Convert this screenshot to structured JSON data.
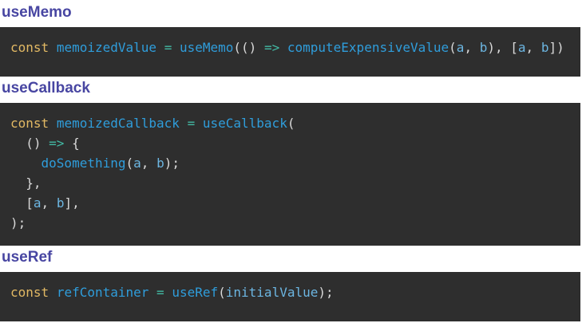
{
  "theme": {
    "heading_color": "#4846a2",
    "code_background": "#2e2e2e",
    "keyword_color": "#e2b964",
    "identifier_color": "#2f9ddb",
    "param_color": "#6cb6e2",
    "operator_color": "#42b9a4",
    "punctuation_color": "#d9d9d9",
    "page_background": "#ffffff"
  },
  "sections": [
    {
      "heading": "useMemo",
      "lines": [
        [
          [
            "keyword",
            "const"
          ],
          [
            "plain",
            " "
          ],
          [
            "ident",
            "memoizedValue"
          ],
          [
            "plain",
            " "
          ],
          [
            "op",
            "="
          ],
          [
            "plain",
            " "
          ],
          [
            "ident",
            "useMemo"
          ],
          [
            "punct",
            "(()"
          ],
          [
            "plain",
            " "
          ],
          [
            "op",
            "=>"
          ],
          [
            "plain",
            " "
          ],
          [
            "ident",
            "computeExpensiveValue"
          ],
          [
            "punct",
            "("
          ],
          [
            "param",
            "a"
          ],
          [
            "punct",
            ","
          ],
          [
            "plain",
            " "
          ],
          [
            "param",
            "b"
          ],
          [
            "punct",
            "),"
          ],
          [
            "plain",
            " "
          ],
          [
            "punct",
            "["
          ],
          [
            "param",
            "a"
          ],
          [
            "punct",
            ","
          ],
          [
            "plain",
            " "
          ],
          [
            "param",
            "b"
          ],
          [
            "punct",
            "])"
          ]
        ]
      ]
    },
    {
      "heading": "useCallback",
      "lines": [
        [
          [
            "keyword",
            "const"
          ],
          [
            "plain",
            " "
          ],
          [
            "ident",
            "memoizedCallback"
          ],
          [
            "plain",
            " "
          ],
          [
            "op",
            "="
          ],
          [
            "plain",
            " "
          ],
          [
            "ident",
            "useCallback"
          ],
          [
            "punct",
            "("
          ]
        ],
        [
          [
            "plain",
            "  "
          ],
          [
            "punct",
            "()"
          ],
          [
            "plain",
            " "
          ],
          [
            "op",
            "=>"
          ],
          [
            "plain",
            " "
          ],
          [
            "punct",
            "{"
          ]
        ],
        [
          [
            "plain",
            "    "
          ],
          [
            "ident",
            "doSomething"
          ],
          [
            "punct",
            "("
          ],
          [
            "param",
            "a"
          ],
          [
            "punct",
            ","
          ],
          [
            "plain",
            " "
          ],
          [
            "param",
            "b"
          ],
          [
            "punct",
            ");"
          ]
        ],
        [
          [
            "plain",
            "  "
          ],
          [
            "punct",
            "},"
          ]
        ],
        [
          [
            "plain",
            "  "
          ],
          [
            "punct",
            "["
          ],
          [
            "param",
            "a"
          ],
          [
            "punct",
            ","
          ],
          [
            "plain",
            " "
          ],
          [
            "param",
            "b"
          ],
          [
            "punct",
            "],"
          ]
        ],
        [
          [
            "punct",
            ");"
          ]
        ]
      ]
    },
    {
      "heading": "useRef",
      "lines": [
        [
          [
            "keyword",
            "const"
          ],
          [
            "plain",
            " "
          ],
          [
            "ident",
            "refContainer"
          ],
          [
            "plain",
            " "
          ],
          [
            "op",
            "="
          ],
          [
            "plain",
            " "
          ],
          [
            "ident",
            "useRef"
          ],
          [
            "punct",
            "("
          ],
          [
            "param",
            "initialValue"
          ],
          [
            "punct",
            ");"
          ]
        ]
      ]
    }
  ]
}
